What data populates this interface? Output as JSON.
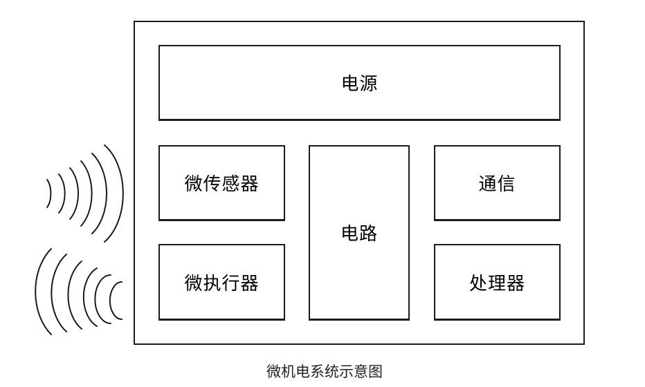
{
  "diagram": {
    "blocks": {
      "power": "电源",
      "sensor": "微传感器",
      "actuator": "微执行器",
      "circuit": "电路",
      "communication": "通信",
      "processor": "处理器"
    },
    "caption": "微机电系统示意图"
  }
}
